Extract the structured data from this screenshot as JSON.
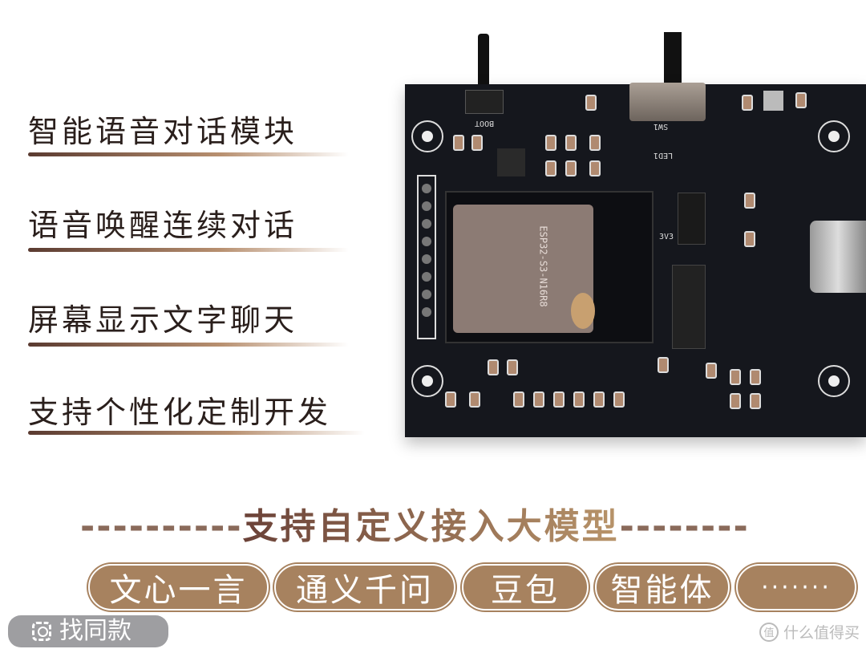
{
  "features": [
    {
      "label": "智能语音对话模块"
    },
    {
      "label": "语音唤醒连续对话"
    },
    {
      "label": "屏幕显示文字聊天"
    },
    {
      "label": "支持个性化定制开发"
    }
  ],
  "board": {
    "silkscreen": {
      "boot": "BOOT",
      "sw": "SW1",
      "led": "LED1",
      "v33": "3V3",
      "module": "ESP32-S3-N16R8"
    }
  },
  "banner": {
    "dashes_left": "----------",
    "title": "支持自定义接入大模型",
    "dashes_right": "--------"
  },
  "models": [
    {
      "label": "文心一言"
    },
    {
      "label": "通义千问"
    },
    {
      "label": "豆包"
    },
    {
      "label": "智能体"
    },
    {
      "label": "·······"
    }
  ],
  "overlay": {
    "find_similar": "找同款",
    "icon": "scan-search-icon"
  },
  "watermark": {
    "logo": "值",
    "text": "什么值得买"
  },
  "colors": {
    "pill": "#a7825f",
    "board": "#15171d",
    "heading": "#7a5048"
  }
}
